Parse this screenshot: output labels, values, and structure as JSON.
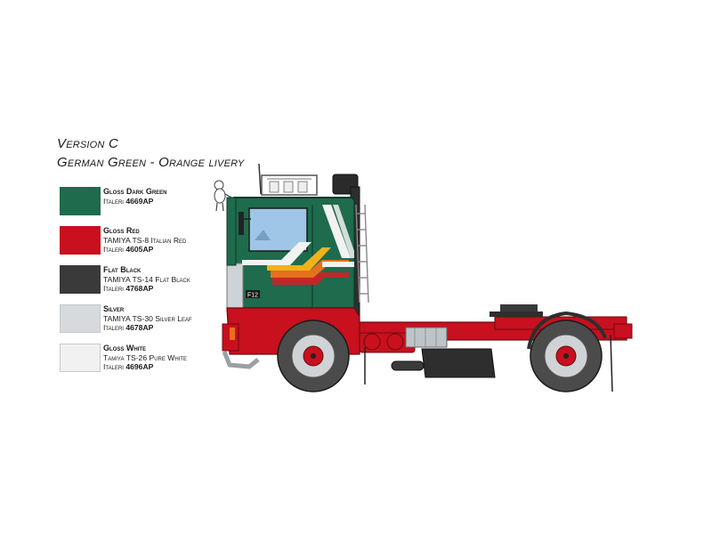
{
  "header": {
    "version": "Version C",
    "livery": "German Green - Orange livery"
  },
  "legend": [
    {
      "name": "Gloss Dark Green",
      "lines": [
        {
          "label": "Italeri",
          "code": "4669AP"
        }
      ],
      "color": "#1e6b4d"
    },
    {
      "name": "Gloss Red",
      "tamiya": "TAMIYA TS-8 Italian Red",
      "lines": [
        {
          "label": "Italeri",
          "code": "4605AP"
        }
      ],
      "color": "#c8101e"
    },
    {
      "name": "Flat Black",
      "tamiya": "TAMIYA TS-14 Flat Black",
      "lines": [
        {
          "label": "Italeri",
          "code": "4768AP"
        }
      ],
      "color": "#3a3a3a"
    },
    {
      "name": "Silver",
      "tamiya": "TAMIYA TS-30 Silver Leaf",
      "lines": [
        {
          "label": "Italeri",
          "code": "4678AP"
        }
      ],
      "color": "#d6dadd"
    },
    {
      "name": "Gloss White",
      "tamiya": "Tamiya TS-26 Pure White",
      "lines": [
        {
          "label": "Italeri",
          "code": "4696AP"
        }
      ],
      "color": "#f1f1f1"
    }
  ],
  "truck": {
    "badge": "F12",
    "colors": {
      "cab_green": "#1e6b4d",
      "chassis_red": "#c8101e",
      "stripe_yellow": "#f2b11b",
      "stripe_orange": "#e6701c",
      "stripe_red": "#c2262a",
      "window_blue": "#9fc6e6",
      "silver": "#bfc4c8"
    }
  }
}
